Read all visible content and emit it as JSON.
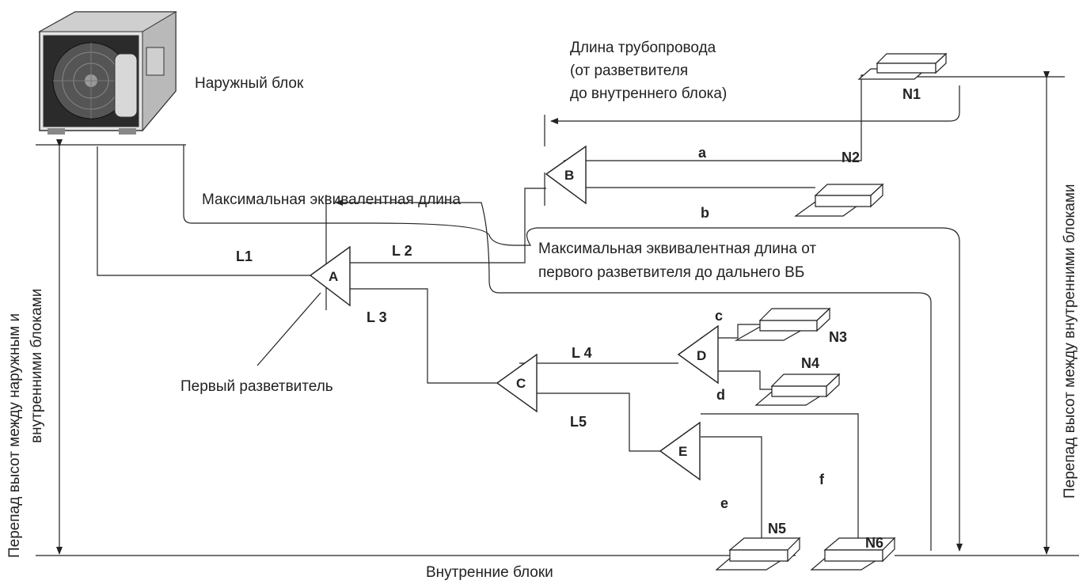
{
  "labels": {
    "outdoor_unit": "Наружный блок",
    "pipe_length_line1": "Длина трубопровода",
    "pipe_length_line2": "(от разветвителя",
    "pipe_length_line3": "до внутреннего блока)",
    "max_equiv_length": "Максимальная эквивалентная длина",
    "max_equiv_first_line1": "Максимальная эквивалентная длина от",
    "max_equiv_first_line2": "первого разветвителя до дальнего ВБ",
    "first_branch": "Первый разветвитель",
    "indoor_units": "Внутренние блоки",
    "height_outdoor_indoor_line1": "Перепад высот между наружным и",
    "height_outdoor_indoor_line2": "внутренними блоками",
    "height_indoor_indoor": "Перепад высот между внутренними блоками"
  },
  "branches": {
    "A": "A",
    "B": "B",
    "C": "C",
    "D": "D",
    "E": "E"
  },
  "units": {
    "N1": "N1",
    "N2": "N2",
    "N3": "N3",
    "N4": "N4",
    "N5": "N5",
    "N6": "N6"
  },
  "pipes": {
    "L1": "L1",
    "L2": "L 2",
    "L3": "L 3",
    "L4": "L 4",
    "L5": "L5",
    "a": "a",
    "b": "b",
    "c": "c",
    "d": "d",
    "e": "e",
    "f": "f"
  }
}
